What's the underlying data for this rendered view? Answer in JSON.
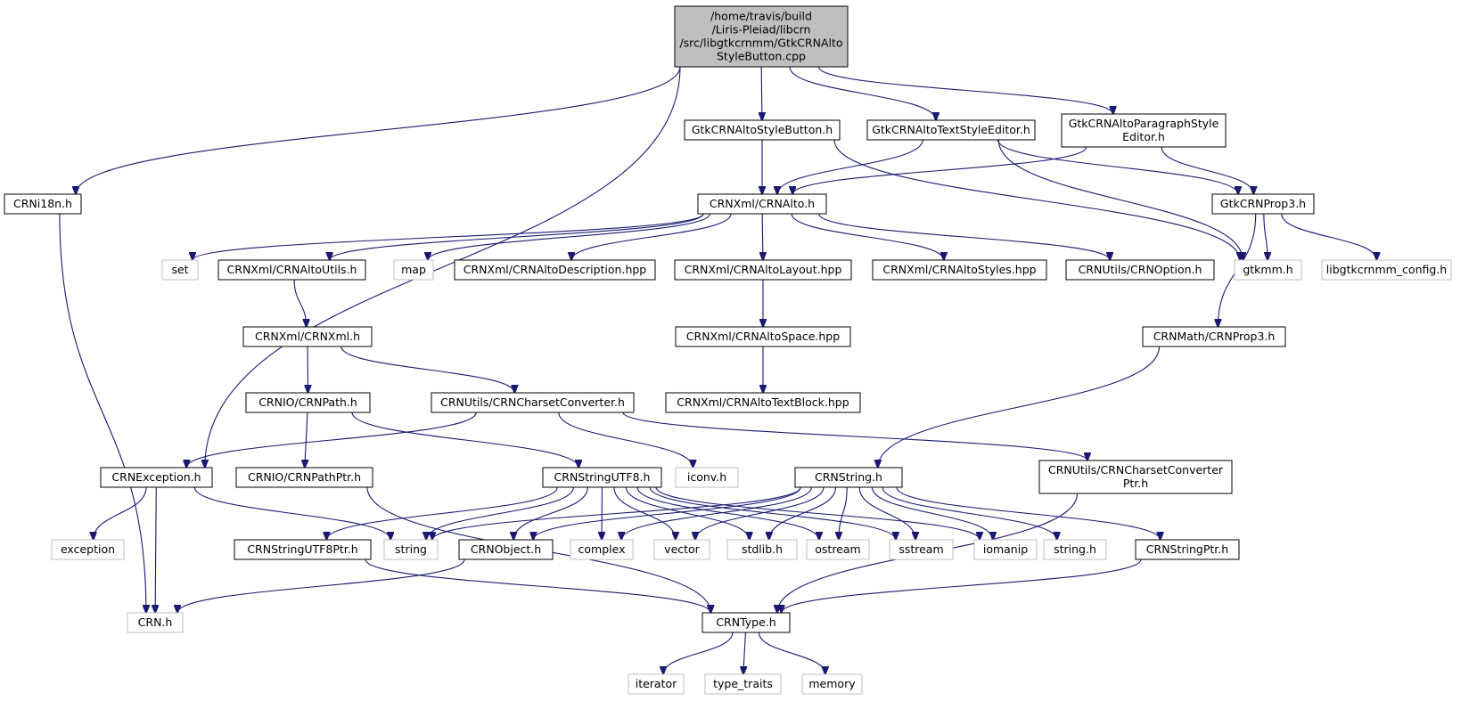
{
  "colors": {
    "edge": "#191970",
    "box_border": "#000000",
    "external_border": "#bfbfbf",
    "root_fill": "#bfbfbf",
    "fill": "#ffffff",
    "text": "#000000"
  },
  "nodes": [
    {
      "id": "root",
      "kind": "root",
      "lines": [
        "/home/travis/build",
        "/Liris-Pleiad/libcrn",
        "/src/libgtkcrnmm/GtkCRNAlto",
        "StyleButton.cpp"
      ]
    },
    {
      "id": "crni18n",
      "kind": "file",
      "lines": [
        "CRNi18n.h"
      ]
    },
    {
      "id": "gtkstylebutton",
      "kind": "file",
      "lines": [
        "GtkCRNAltoStyleButton.h"
      ]
    },
    {
      "id": "gtktextstyle",
      "kind": "file",
      "lines": [
        "GtkCRNAltoTextStyleEditor.h"
      ]
    },
    {
      "id": "gtkparagraph",
      "kind": "file",
      "lines": [
        "GtkCRNAltoParagraphStyle",
        "Editor.h"
      ]
    },
    {
      "id": "crnalto",
      "kind": "file",
      "lines": [
        "CRNXml/CRNAlto.h"
      ]
    },
    {
      "id": "gtkprop3",
      "kind": "file",
      "lines": [
        "GtkCRNProp3.h"
      ]
    },
    {
      "id": "set",
      "kind": "external",
      "lines": [
        "set"
      ]
    },
    {
      "id": "altoutils",
      "kind": "file",
      "lines": [
        "CRNXml/CRNAltoUtils.h"
      ]
    },
    {
      "id": "map",
      "kind": "external",
      "lines": [
        "map"
      ]
    },
    {
      "id": "altodesc",
      "kind": "file",
      "lines": [
        "CRNXml/CRNAltoDescription.hpp"
      ]
    },
    {
      "id": "altolayout",
      "kind": "file",
      "lines": [
        "CRNXml/CRNAltoLayout.hpp"
      ]
    },
    {
      "id": "altostyles",
      "kind": "file",
      "lines": [
        "CRNXml/CRNAltoStyles.hpp"
      ]
    },
    {
      "id": "crnoption",
      "kind": "file",
      "lines": [
        "CRNUtils/CRNOption.h"
      ]
    },
    {
      "id": "gtkmm",
      "kind": "external",
      "lines": [
        "gtkmm.h"
      ]
    },
    {
      "id": "libgtkconfig",
      "kind": "external",
      "lines": [
        "libgtkcrnmm_config.h"
      ]
    },
    {
      "id": "crnxml",
      "kind": "file",
      "lines": [
        "CRNXml/CRNXml.h"
      ]
    },
    {
      "id": "altospace",
      "kind": "file",
      "lines": [
        "CRNXml/CRNAltoSpace.hpp"
      ]
    },
    {
      "id": "crnmathprop3",
      "kind": "file",
      "lines": [
        "CRNMath/CRNProp3.h"
      ]
    },
    {
      "id": "crnpath",
      "kind": "file",
      "lines": [
        "CRNIO/CRNPath.h"
      ]
    },
    {
      "id": "charsetconv",
      "kind": "file",
      "lines": [
        "CRNUtils/CRNCharsetConverter.h"
      ]
    },
    {
      "id": "altotextblock",
      "kind": "file",
      "lines": [
        "CRNXml/CRNAltoTextBlock.hpp"
      ]
    },
    {
      "id": "crnexception",
      "kind": "file",
      "lines": [
        "CRNException.h"
      ]
    },
    {
      "id": "crnpathptr",
      "kind": "file",
      "lines": [
        "CRNIO/CRNPathPtr.h"
      ]
    },
    {
      "id": "utf8",
      "kind": "file",
      "lines": [
        "CRNStringUTF8.h"
      ]
    },
    {
      "id": "iconv",
      "kind": "external",
      "lines": [
        "iconv.h"
      ]
    },
    {
      "id": "crnstring",
      "kind": "file",
      "lines": [
        "CRNString.h"
      ]
    },
    {
      "id": "charsetconvptr",
      "kind": "file",
      "lines": [
        "CRNUtils/CRNCharsetConverter",
        "Ptr.h"
      ]
    },
    {
      "id": "exception",
      "kind": "external",
      "lines": [
        "exception"
      ]
    },
    {
      "id": "string",
      "kind": "external",
      "lines": [
        "string"
      ]
    },
    {
      "id": "utf8ptr",
      "kind": "file",
      "lines": [
        "CRNStringUTF8Ptr.h"
      ]
    },
    {
      "id": "crnobject",
      "kind": "file",
      "lines": [
        "CRNObject.h"
      ]
    },
    {
      "id": "complex",
      "kind": "external",
      "lines": [
        "complex"
      ]
    },
    {
      "id": "vector",
      "kind": "external",
      "lines": [
        "vector"
      ]
    },
    {
      "id": "stdlib",
      "kind": "external",
      "lines": [
        "stdlib.h"
      ]
    },
    {
      "id": "ostream",
      "kind": "external",
      "lines": [
        "ostream"
      ]
    },
    {
      "id": "sstream",
      "kind": "external",
      "lines": [
        "sstream"
      ]
    },
    {
      "id": "iomanip",
      "kind": "external",
      "lines": [
        "iomanip"
      ]
    },
    {
      "id": "stringh",
      "kind": "external",
      "lines": [
        "string.h"
      ]
    },
    {
      "id": "crnstringptr",
      "kind": "file",
      "lines": [
        "CRNStringPtr.h"
      ]
    },
    {
      "id": "crnh",
      "kind": "external",
      "lines": [
        "CRN.h"
      ]
    },
    {
      "id": "crntype",
      "kind": "file",
      "lines": [
        "CRNType.h"
      ]
    },
    {
      "id": "iterator",
      "kind": "external",
      "lines": [
        "iterator"
      ]
    },
    {
      "id": "typetraits",
      "kind": "external",
      "lines": [
        "type_traits"
      ]
    },
    {
      "id": "memory",
      "kind": "external",
      "lines": [
        "memory"
      ]
    }
  ],
  "edges": [
    [
      "root",
      "crni18n"
    ],
    [
      "root",
      "crnexception"
    ],
    [
      "root",
      "gtkstylebutton"
    ],
    [
      "root",
      "gtktextstyle"
    ],
    [
      "root",
      "gtkparagraph"
    ],
    [
      "crni18n",
      "crnh"
    ],
    [
      "gtkstylebutton",
      "crnalto"
    ],
    [
      "gtkstylebutton",
      "gtkmm"
    ],
    [
      "gtktextstyle",
      "crnalto"
    ],
    [
      "gtktextstyle",
      "gtkprop3"
    ],
    [
      "gtktextstyle",
      "gtkmm"
    ],
    [
      "gtkparagraph",
      "crnalto"
    ],
    [
      "gtkparagraph",
      "gtkprop3"
    ],
    [
      "crnalto",
      "set"
    ],
    [
      "crnalto",
      "altoutils"
    ],
    [
      "crnalto",
      "map"
    ],
    [
      "crnalto",
      "altodesc"
    ],
    [
      "crnalto",
      "altolayout"
    ],
    [
      "crnalto",
      "altostyles"
    ],
    [
      "crnalto",
      "crnoption"
    ],
    [
      "gtkprop3",
      "gtkmm"
    ],
    [
      "gtkprop3",
      "libgtkconfig"
    ],
    [
      "gtkprop3",
      "crnmathprop3"
    ],
    [
      "altoutils",
      "crnxml"
    ],
    [
      "altolayout",
      "altospace"
    ],
    [
      "altospace",
      "altotextblock"
    ],
    [
      "crnxml",
      "crnpath"
    ],
    [
      "crnxml",
      "charsetconv"
    ],
    [
      "crnmathprop3",
      "crnstring"
    ],
    [
      "crnpath",
      "crnpathptr"
    ],
    [
      "crnpath",
      "utf8"
    ],
    [
      "charsetconv",
      "crnexception"
    ],
    [
      "charsetconv",
      "iconv"
    ],
    [
      "charsetconv",
      "charsetconvptr"
    ],
    [
      "crnexception",
      "exception"
    ],
    [
      "crnexception",
      "crnh"
    ],
    [
      "crnexception",
      "string"
    ],
    [
      "crnpathptr",
      "crntype"
    ],
    [
      "utf8",
      "string"
    ],
    [
      "utf8",
      "utf8ptr"
    ],
    [
      "utf8",
      "crnobject"
    ],
    [
      "utf8",
      "complex"
    ],
    [
      "utf8",
      "vector"
    ],
    [
      "utf8",
      "stdlib"
    ],
    [
      "utf8",
      "ostream"
    ],
    [
      "utf8",
      "sstream"
    ],
    [
      "utf8",
      "iomanip"
    ],
    [
      "crnstring",
      "string"
    ],
    [
      "crnstring",
      "crnobject"
    ],
    [
      "crnstring",
      "complex"
    ],
    [
      "crnstring",
      "vector"
    ],
    [
      "crnstring",
      "stdlib"
    ],
    [
      "crnstring",
      "ostream"
    ],
    [
      "crnstring",
      "sstream"
    ],
    [
      "crnstring",
      "iomanip"
    ],
    [
      "crnstring",
      "stringh"
    ],
    [
      "crnstring",
      "crnstringptr"
    ],
    [
      "charsetconvptr",
      "crntype"
    ],
    [
      "utf8ptr",
      "crntype"
    ],
    [
      "crnobject",
      "crnh"
    ],
    [
      "crnstringptr",
      "crntype"
    ],
    [
      "crntype",
      "iterator"
    ],
    [
      "crntype",
      "typetraits"
    ],
    [
      "crntype",
      "memory"
    ]
  ]
}
